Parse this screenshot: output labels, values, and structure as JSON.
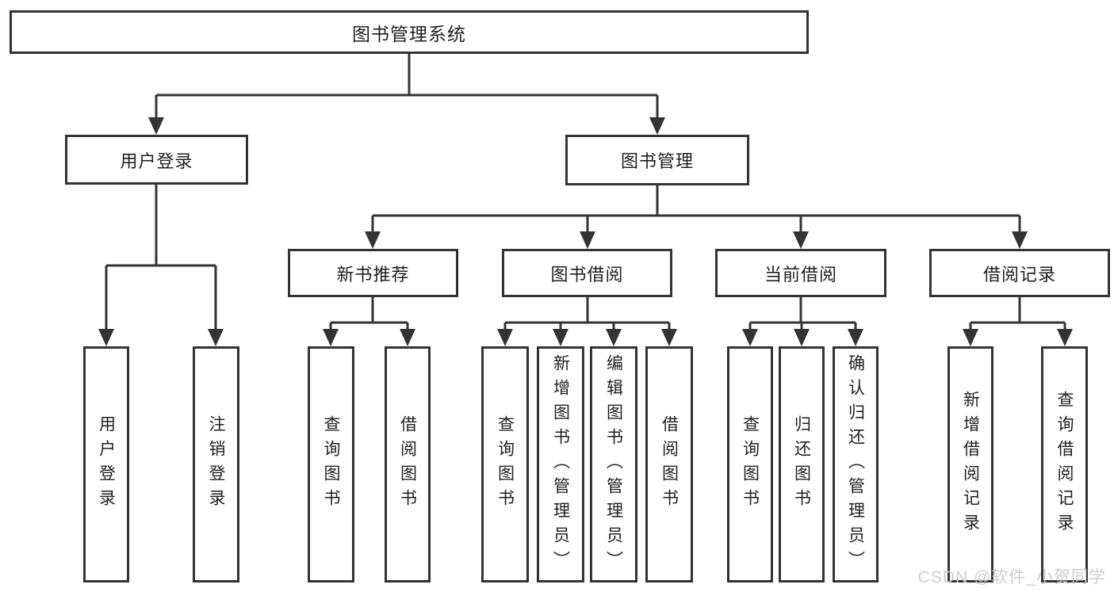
{
  "diagram": {
    "root": {
      "label": "图书管理系统"
    },
    "level2": [
      {
        "label": "用户登录",
        "children": [
          {
            "label": "用户登录"
          },
          {
            "label": "注销登录"
          }
        ]
      },
      {
        "label": "图书管理",
        "sections": [
          {
            "label": "新书推荐",
            "children": [
              {
                "label": "查询图书"
              },
              {
                "label": "借阅图书"
              }
            ]
          },
          {
            "label": "图书借阅",
            "children": [
              {
                "label": "查询图书"
              },
              {
                "label": "新增图书（管理员）"
              },
              {
                "label": "编辑图书（管理员）"
              },
              {
                "label": "借阅图书"
              }
            ]
          },
          {
            "label": "当前借阅",
            "children": [
              {
                "label": "查询图书"
              },
              {
                "label": "归还图书"
              },
              {
                "label": "确认归还（管理员）"
              }
            ]
          },
          {
            "label": "借阅记录",
            "children": [
              {
                "label": "新增借阅记录"
              },
              {
                "label": "查询借阅记录"
              }
            ]
          }
        ]
      }
    ]
  },
  "watermark": {
    "text": "CSDN @软件_小贺同学"
  },
  "colors": {
    "line": "#333333",
    "text": "#1f1f1f",
    "watermark_text": "#cccccc",
    "background": "#ffffff"
  }
}
